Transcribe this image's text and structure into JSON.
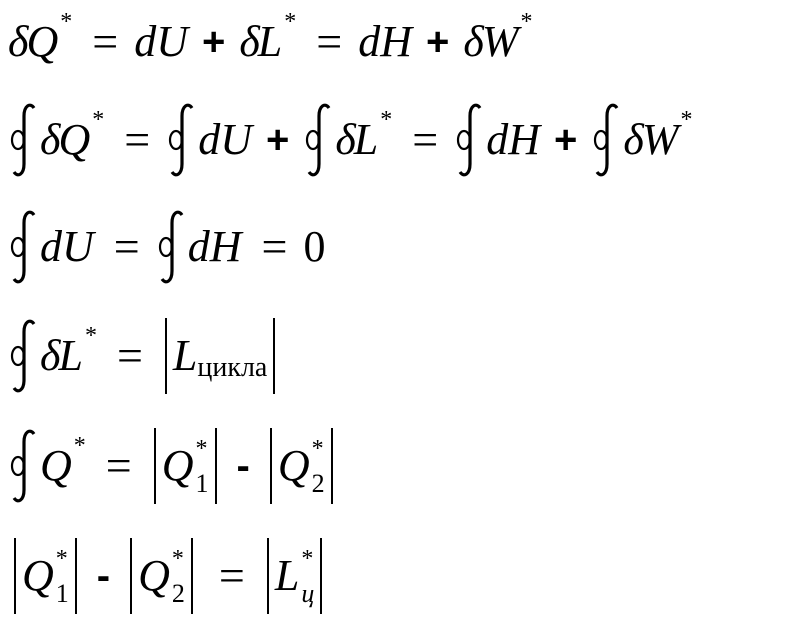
{
  "symbols": {
    "delta": "δ",
    "Q": "Q",
    "L": "L",
    "U": "U",
    "H": "H",
    "W": "W",
    "d": "d",
    "star": "*",
    "eq": "=",
    "plus": "+",
    "minus": "-",
    "zero": "0",
    "one": "1",
    "two": "2",
    "sub_cycle": "цикла",
    "sub_c": "ц"
  }
}
